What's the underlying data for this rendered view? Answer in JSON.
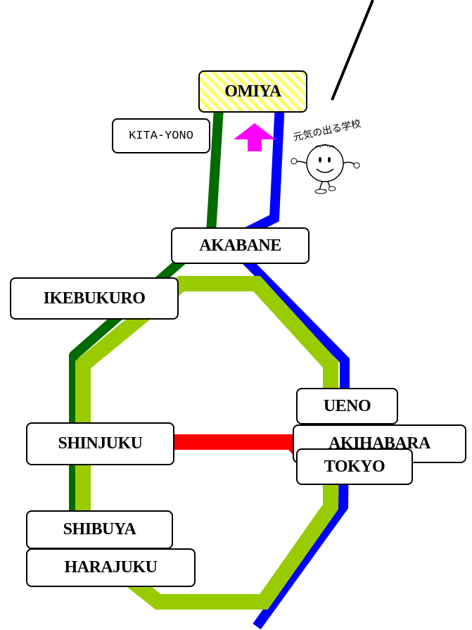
{
  "colors": {
    "saikyo_line": "#006b00",
    "keihin_tohoku_line": "#0000ff",
    "yamanote_line": "#99cc00",
    "chuo_line": "#ff0000",
    "arrow": "#ff00ff",
    "omiya_highlight": "#ffff66"
  },
  "stations": {
    "omiya": "OMIYA",
    "kita_yono": "KITA-YONO",
    "akabane": "AKABANE",
    "ikebukuro": "IKEBUKURO",
    "ueno": "UENO",
    "akihabara": "AKIHABARA",
    "tokyo": "TOKYO",
    "shinjuku": "SHINJUKU",
    "shibuya": "SHIBUYA",
    "harajuku": "HARAJUKU"
  },
  "mascot": {
    "slogan": "元気の出る学校",
    "icon": "smiling-mascot-character"
  }
}
